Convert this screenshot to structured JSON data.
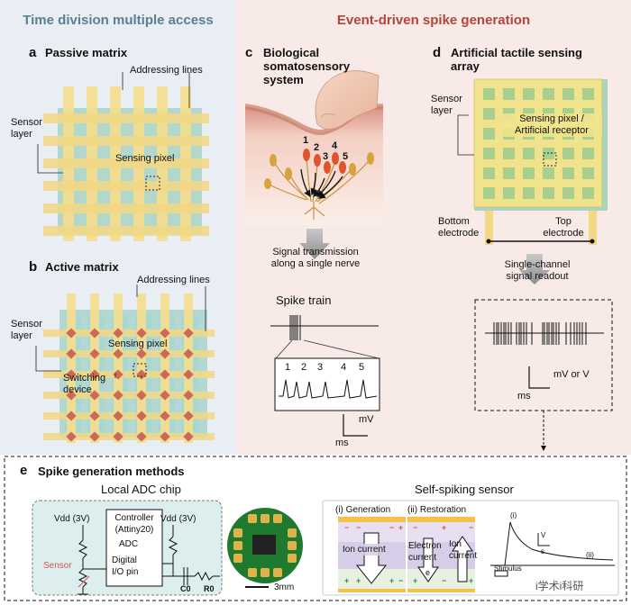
{
  "headers": {
    "left": "Time division multiple access",
    "right": "Event-driven spike generation"
  },
  "panel_a": {
    "letter": "a",
    "title": "Passive matrix",
    "addressing": "Addressing lines",
    "sensor_layer": "Sensor\nlayer",
    "sensing_pixel": "Sensing pixel"
  },
  "panel_b": {
    "letter": "b",
    "title": "Active matrix",
    "addressing": "Addressing lines",
    "sensor_layer": "Sensor\nlayer",
    "sensing_pixel": "Sensing pixel",
    "switching": "Switching\ndevice"
  },
  "panel_c": {
    "letter": "c",
    "title": "Biological\nsomatosensory\nsystem",
    "receptor_numbers": [
      "1",
      "2",
      "3",
      "4",
      "5"
    ],
    "transmission": "Signal transmission\nalong a single nerve",
    "spike_train": "Spike train",
    "scale_v": "mV",
    "scale_t": "ms"
  },
  "panel_d": {
    "letter": "d",
    "title": "Artificial tactile sensing\narray",
    "sensor_layer": "Sensor\nlayer",
    "sensing_pixel": "Sensing pixel /\nArtificial receptor",
    "bottom_electrode": "Bottom\nelectrode",
    "top_electrode": "Top\nelectrode",
    "readout": "Single-channel\nsignal readout",
    "scale_v": "mV or V",
    "scale_t": "ms"
  },
  "panel_e": {
    "letter": "e",
    "title": "Spike generation methods",
    "local_adc": "Local ADC chip",
    "vdd1": "Vdd (3V)",
    "vdd2": "Vdd (3V)",
    "controller": "Controller\n(Attiny20)",
    "adc": "ADC",
    "digital_io": "Digital\nI/O pin",
    "sensor": "Sensor",
    "c0": "C0",
    "r0": "R0",
    "scale_bar": "3mm",
    "self_spiking": "Self-spiking sensor",
    "generation": "(i) Generation",
    "restoration": "(ii) Restoration",
    "ion_current1": "Ion current",
    "electron_current": "Electron\ncurrent",
    "electron_symbol": "e",
    "ion_current2": "Ion\ncurrent",
    "curve_i": "(i)",
    "curve_ii": "(ii)",
    "curve_v": "V",
    "curve_s": "s",
    "stimulus": "Stimulus",
    "watermark": "i学术i科研"
  },
  "colors": {
    "left_bg": "#e8eef3",
    "right_bg": "#f8ebe7",
    "left_header": "#5b7f90",
    "right_header": "#b5443a",
    "line_yellow": "#f4dd8f",
    "sensor_green": "#8fc7b2",
    "receptor_red": "#e0532f",
    "receptor_yellow": "#d9a43a"
  }
}
